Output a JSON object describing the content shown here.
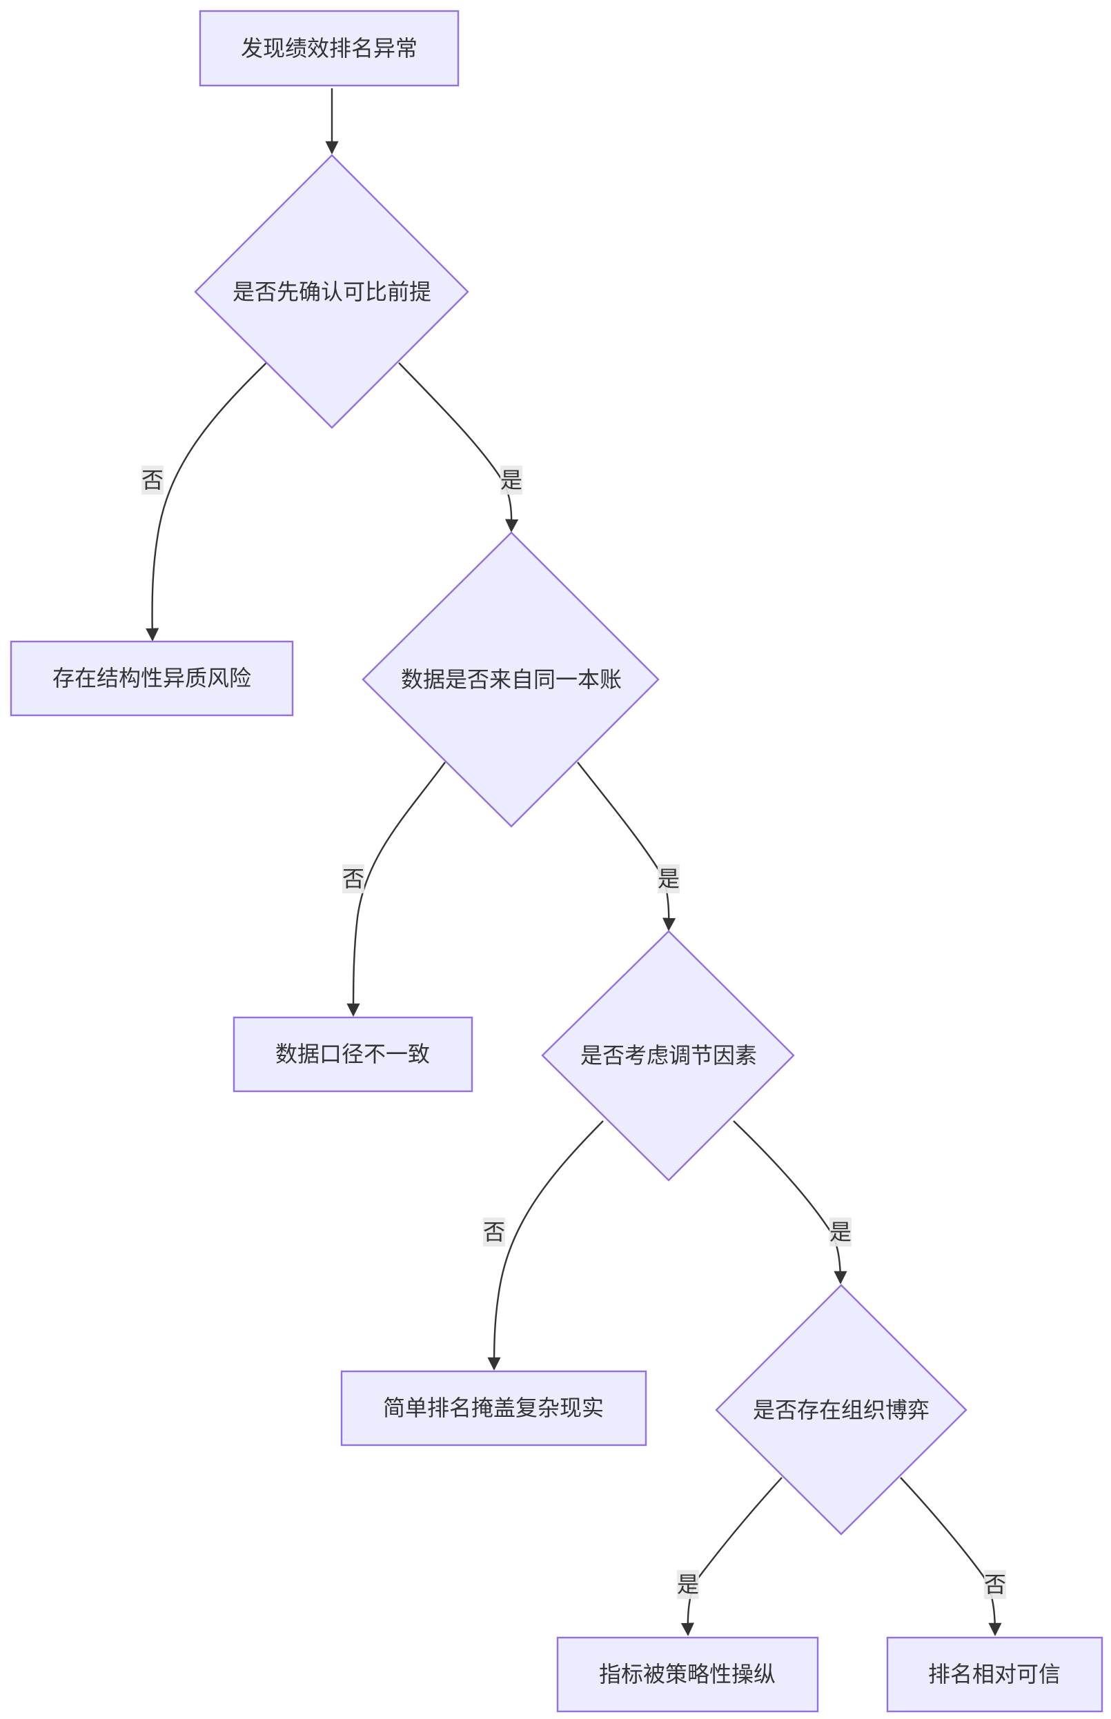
{
  "nodes": {
    "start": {
      "label": "发现绩效排名异常",
      "shape": "rect"
    },
    "comparability": {
      "label": "是否先确认可比前提",
      "shape": "diamond"
    },
    "heterogeneity": {
      "label": "存在结构性异质风险",
      "shape": "rect"
    },
    "same_ledger": {
      "label": "数据是否来自同一本账",
      "shape": "diamond"
    },
    "inconsistent": {
      "label": "数据口径不一致",
      "shape": "rect"
    },
    "adjust_factors": {
      "label": "是否考虑调节因素",
      "shape": "diamond"
    },
    "oversimplify": {
      "label": "简单排名掩盖复杂现实",
      "shape": "rect"
    },
    "org_game": {
      "label": "是否存在组织博弈",
      "shape": "diamond"
    },
    "gamed": {
      "label": "指标被策略性操纵",
      "shape": "rect"
    },
    "credible": {
      "label": "排名相对可信",
      "shape": "rect"
    }
  },
  "edges": {
    "start_to_comparability": {
      "label": ""
    },
    "comparability_no": {
      "label": "否"
    },
    "comparability_yes": {
      "label": "是"
    },
    "ledger_no": {
      "label": "否"
    },
    "ledger_yes": {
      "label": "是"
    },
    "adjust_no": {
      "label": "否"
    },
    "adjust_yes": {
      "label": "是"
    },
    "game_yes": {
      "label": "是"
    },
    "game_no": {
      "label": "否"
    }
  },
  "colors": {
    "node_fill": "#ECECFF",
    "node_stroke": "#9370DB",
    "edge": "#333333",
    "text": "#333333",
    "edge_label_bg": "#e8e8e8"
  }
}
